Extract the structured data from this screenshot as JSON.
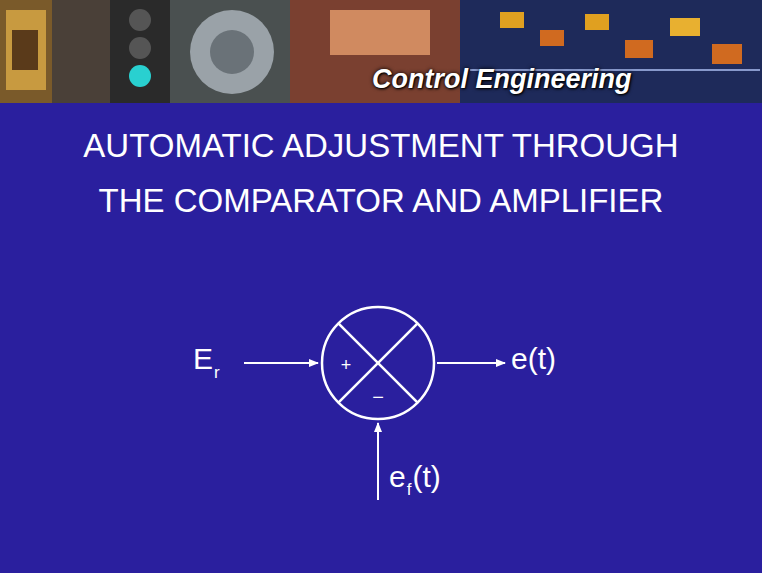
{
  "diagram": {
    "title": "AUTOMATIC ADJUSTMENT THROUGH THE COMPARATOR AND AMPLIFIER",
    "nodes": [
      {
        "text": [
          "+",
          "−"
        ]
      }
    ],
    "labels": [
      "Control Engineering",
      "E",
      "r",
      "e(t)",
      "e",
      "f",
      "(t)"
    ]
  }
}
